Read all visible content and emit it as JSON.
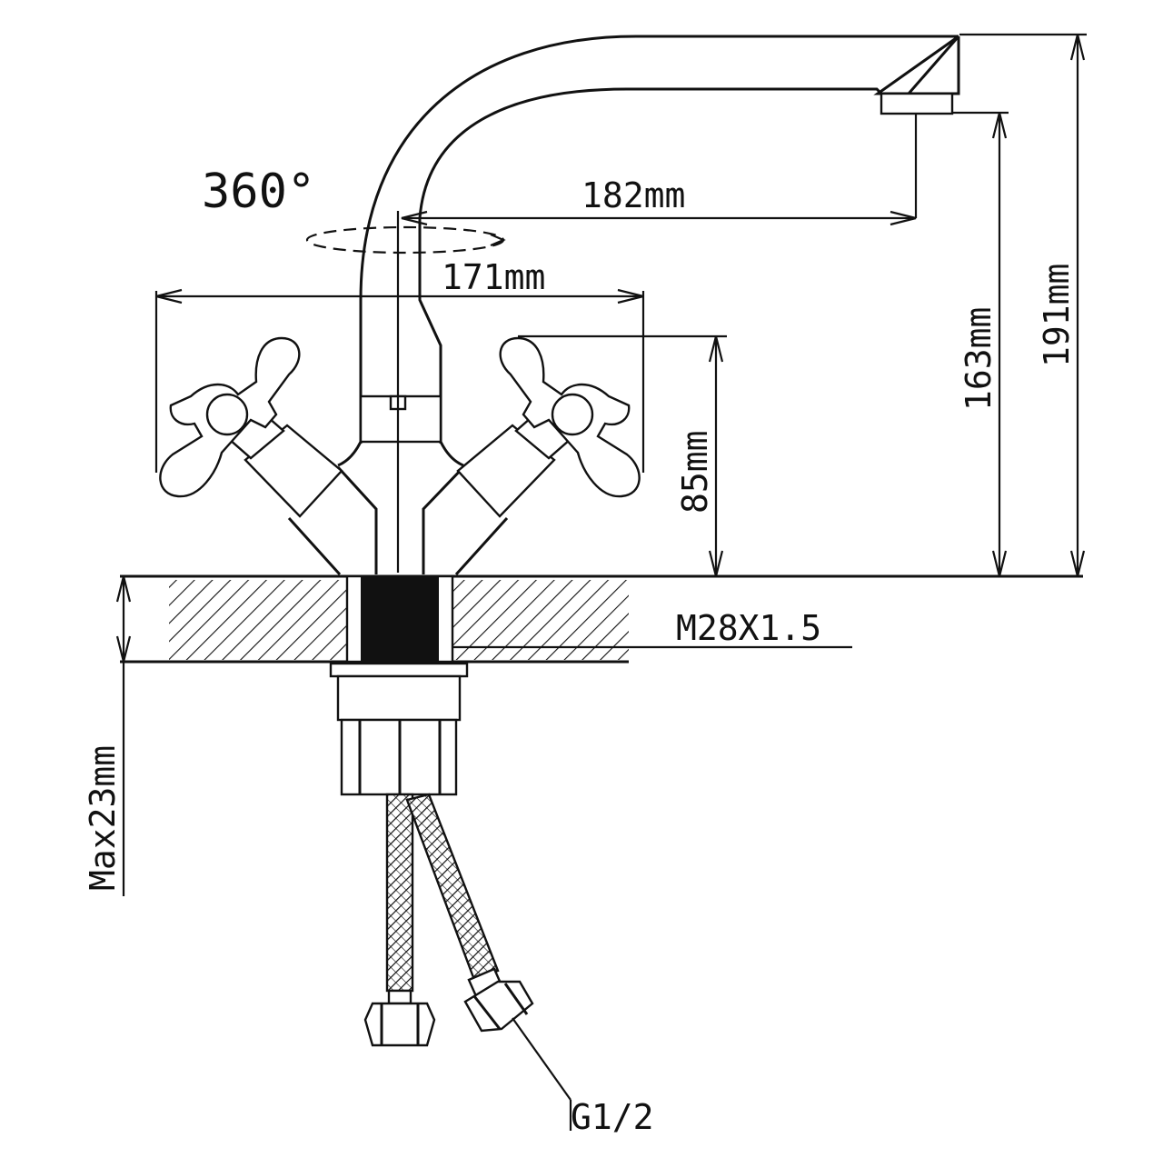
{
  "diagram": {
    "labels": {
      "rotation": "360°",
      "spout_reach": "182mm",
      "handle_span": "171mm",
      "handle_height": "85mm",
      "outlet_height": "163mm",
      "total_height": "191mm",
      "thread": "M28X1.5",
      "max_counter": "Max23mm",
      "hose_thread": "G1/2"
    },
    "colors": {
      "line": "#111111",
      "background": "#ffffff"
    }
  }
}
